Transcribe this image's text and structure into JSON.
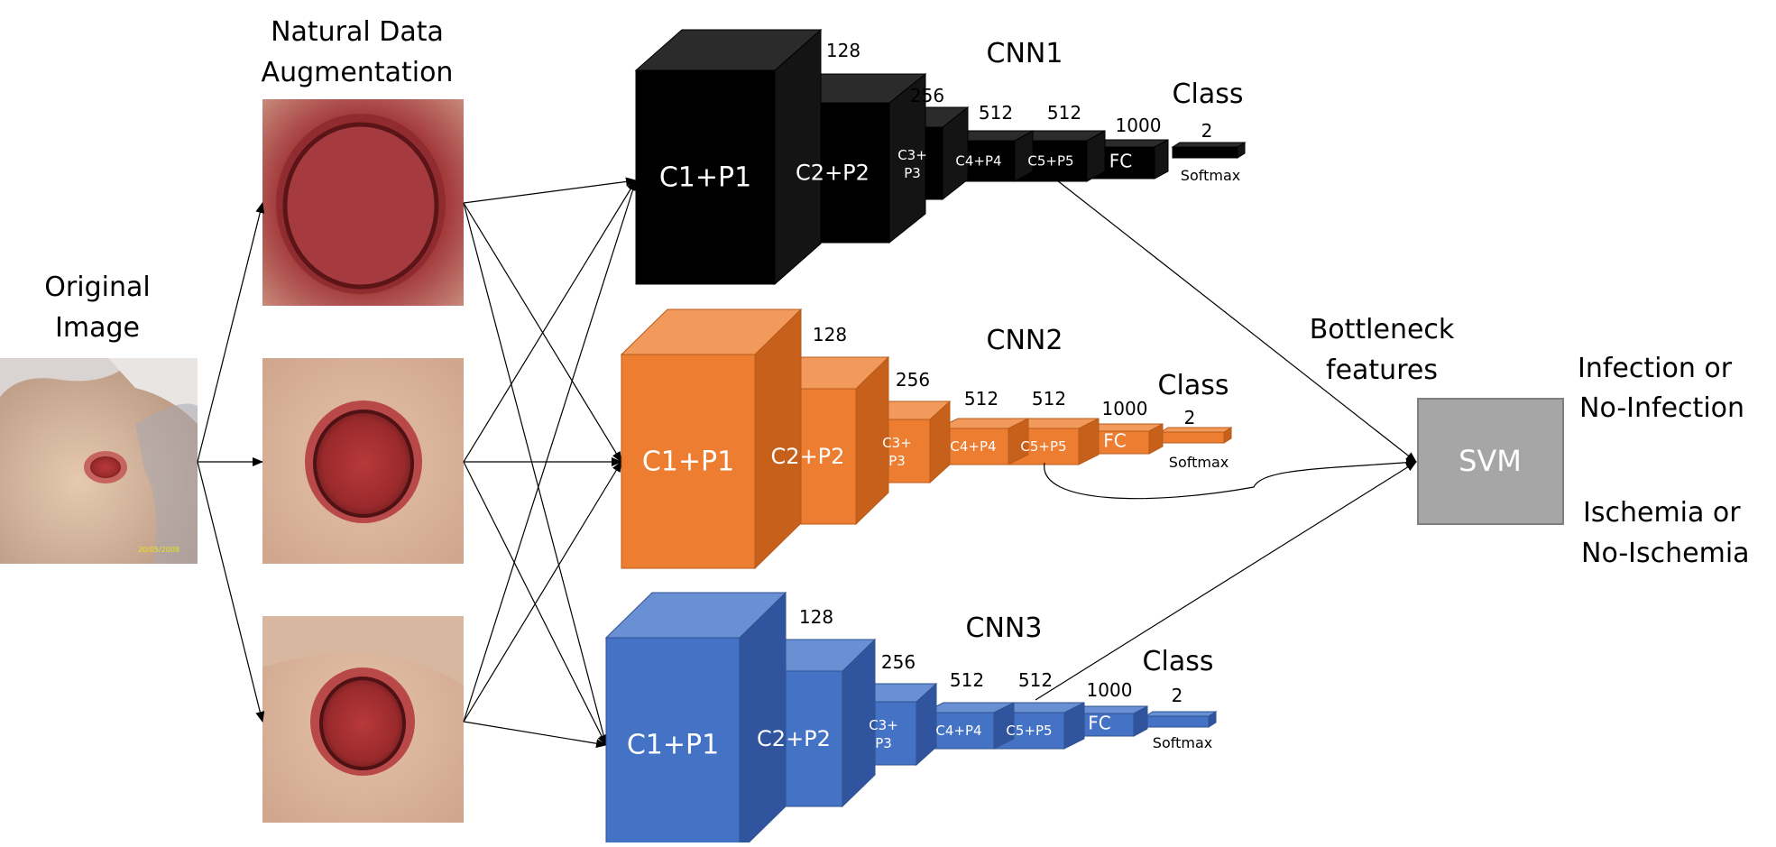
{
  "labels": {
    "original_image": [
      "Original",
      "Image"
    ],
    "augmentation": [
      "Natural Data",
      "Augmentation"
    ],
    "bottleneck": [
      "Bottleneck",
      "features"
    ],
    "svm": "SVM",
    "output_infection": [
      "Infection or",
      "No-Infection"
    ],
    "output_ischemia": [
      "Ischemia or",
      "No-Ischemia"
    ],
    "photo_timestamp": "20/05/2008"
  },
  "networks": [
    {
      "name": "CNN1",
      "color_front": "#000000",
      "color_top": "#2b2b2b",
      "color_side": "#141414",
      "color_stroke": "#000000",
      "layers": [
        "C1+P1",
        "C2+P2",
        "C3+\nP3",
        "C4+P4",
        "C5+P5",
        "FC"
      ],
      "channels": [
        "128",
        "256",
        "512",
        "512",
        "1000",
        "2"
      ],
      "class_label": "Class",
      "softmax_label": "Softmax"
    },
    {
      "name": "CNN2",
      "color_front": "#ed7d31",
      "color_top": "#f19a5b",
      "color_side": "#c6601a",
      "color_stroke": "#b85a1a",
      "layers": [
        "C1+P1",
        "C2+P2",
        "C3+\nP3",
        "C4+P4",
        "C5+P5",
        "FC"
      ],
      "channels": [
        "128",
        "256",
        "512",
        "512",
        "1000",
        "2"
      ],
      "class_label": "Class",
      "softmax_label": "Softmax"
    },
    {
      "name": "CNN3",
      "color_front": "#4472c4",
      "color_top": "#6a90d4",
      "color_side": "#30559e",
      "color_stroke": "#2f528f",
      "layers": [
        "C1+P1",
        "C2+P2",
        "C3+\nP3",
        "C4+P4",
        "C5+P5",
        "FC"
      ],
      "channels": [
        "128",
        "256",
        "512",
        "512",
        "1000",
        "2"
      ],
      "class_label": "Class",
      "softmax_label": "Softmax"
    }
  ],
  "colors": {
    "svm_box": "#a6a6a6",
    "svm_border": "#7f7f7f",
    "wound_bg": "#c69a8a",
    "wound": "#9e2a2b",
    "wound_dark": "#6b1a1c"
  }
}
